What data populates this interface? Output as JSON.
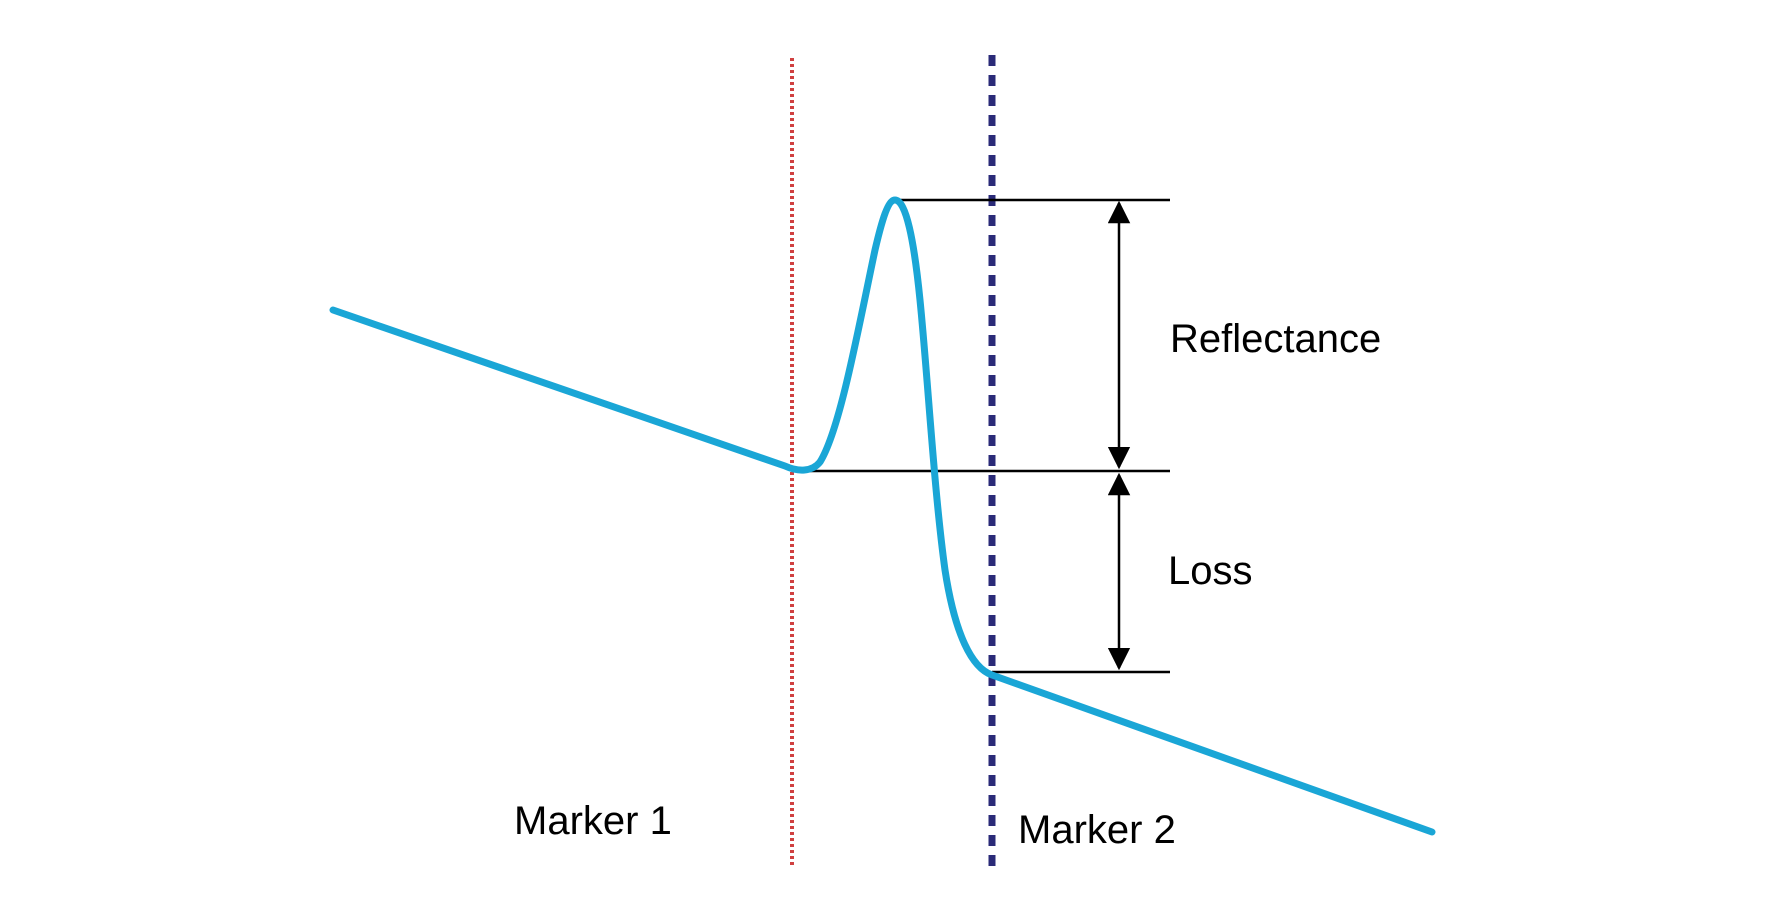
{
  "labels": {
    "reflectance": "Reflectance",
    "loss": "Loss",
    "marker1": "Marker 1",
    "marker2": "Marker 2"
  },
  "colors": {
    "trace": "#1aa6d6",
    "marker1": "#d04040",
    "marker2": "#2a2a78",
    "annotation": "#000000"
  }
}
